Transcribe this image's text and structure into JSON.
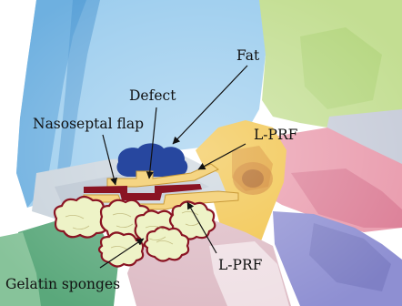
{
  "labels": {
    "fat": "Fat",
    "defect": "Defect",
    "nasoseptal_flap": "Nasoseptal flap",
    "lprf_upper": "L-PRF",
    "lprf_lower": "L-PRF",
    "gelatin_sponges": "Gelatin sponges"
  },
  "colors": {
    "frontal_bone": "#8fc4e8",
    "frontal_bone_dark": "#5a9fd4",
    "parietal_bone": "#9ecff3",
    "temporal_bone": "#b8d884",
    "occipital_bone": "#c9dc9a",
    "sphenoid_yellow": "#f2c243",
    "temporal_pink": "#e895a8",
    "clivus_purple": "#8f8ed0",
    "fat": "#27479f",
    "flap": "#8a1423",
    "lprf": "#f5d583",
    "sponge_fill": "#eef3c7",
    "sponge_outline": "#8a1423",
    "lower_green": "#56a77a",
    "arrow": "#111111"
  }
}
